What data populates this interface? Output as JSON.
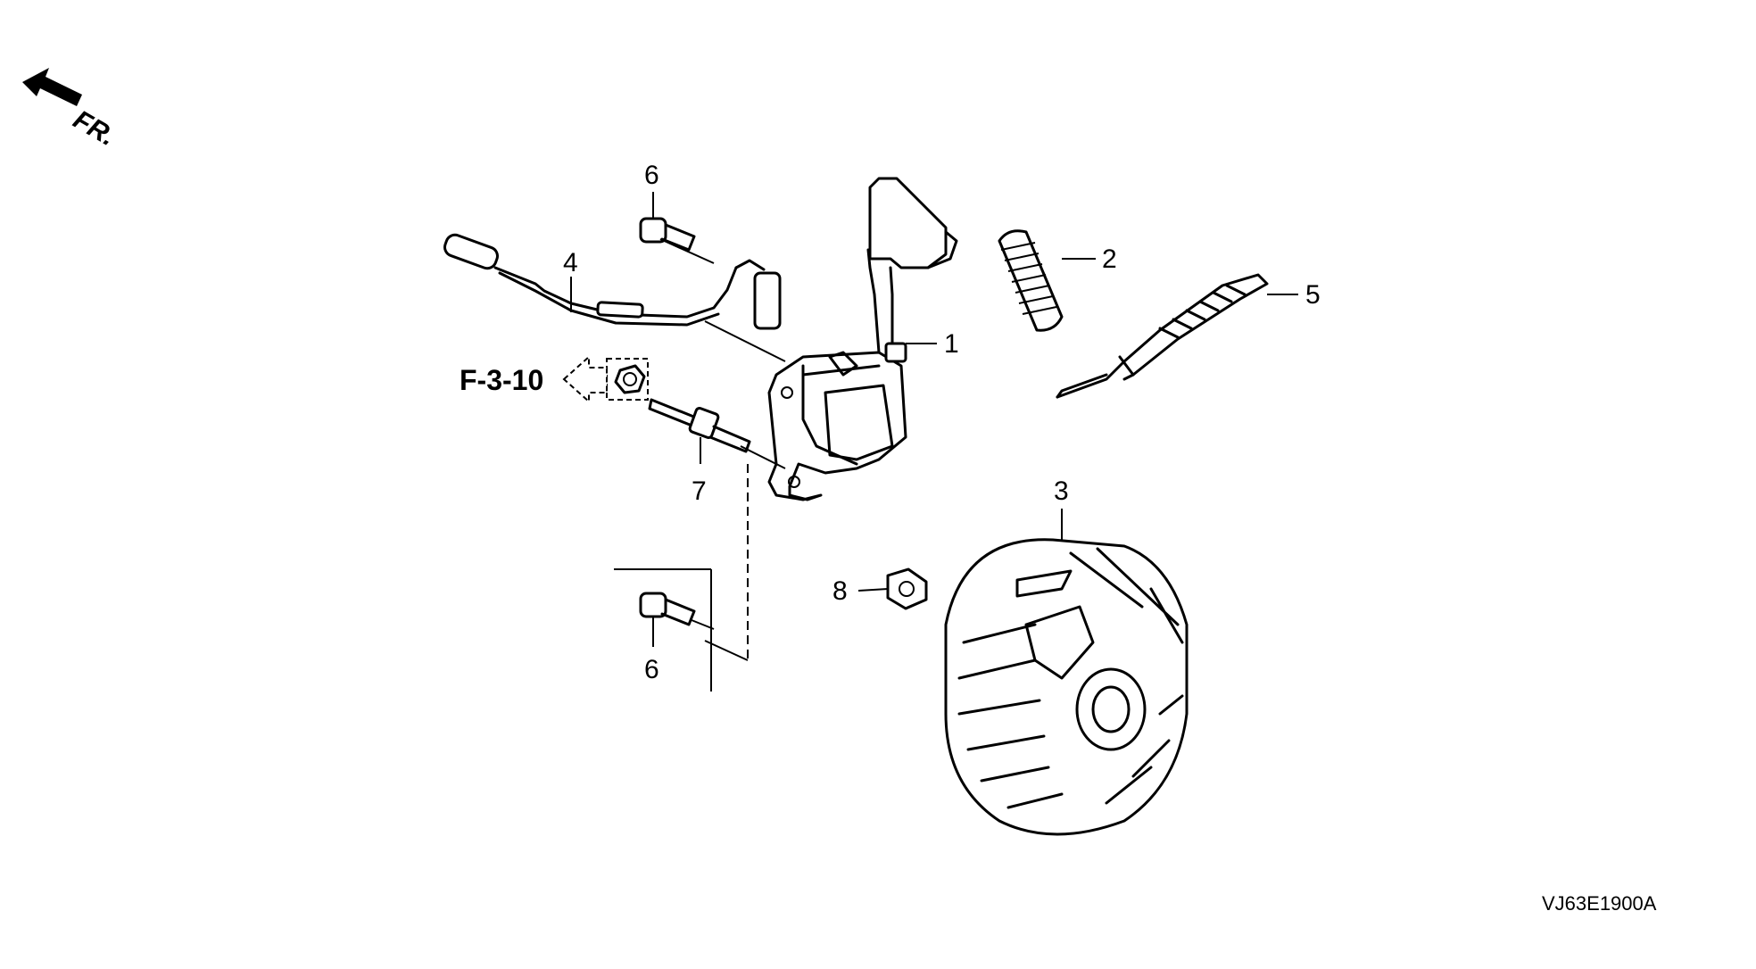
{
  "diagram": {
    "orientation_label": "FR.",
    "reference_label": "F-3-10",
    "drawing_code": "VJ63E1900A",
    "callouts": [
      {
        "id": "1",
        "text": "1"
      },
      {
        "id": "2",
        "text": "2"
      },
      {
        "id": "3",
        "text": "3"
      },
      {
        "id": "4",
        "text": "4"
      },
      {
        "id": "5",
        "text": "5"
      },
      {
        "id": "6a",
        "text": "6"
      },
      {
        "id": "6b",
        "text": "6"
      },
      {
        "id": "7",
        "text": "7"
      },
      {
        "id": "8",
        "text": "8"
      }
    ],
    "icons": [
      "front-arrow-icon",
      "reference-arrow-icon"
    ]
  }
}
